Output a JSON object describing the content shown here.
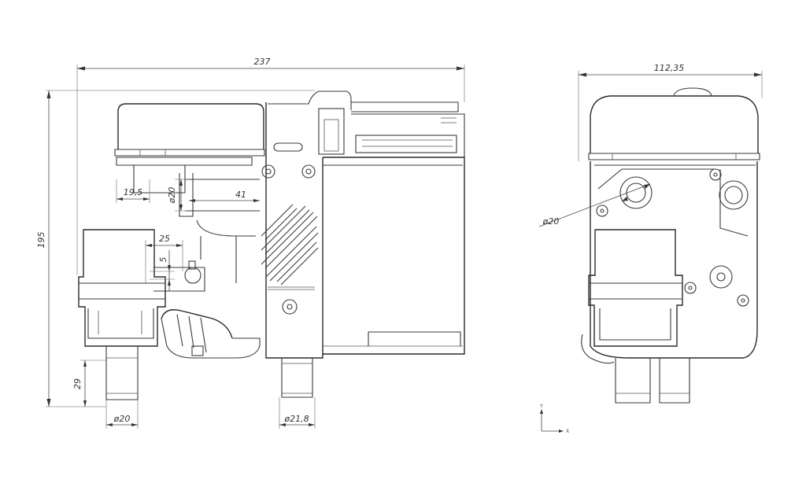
{
  "dimensions": {
    "total_length": "237",
    "total_height": "195",
    "side_width": "112,35",
    "d19_5": "19,5",
    "d41": "41",
    "phi20_top": "ø20",
    "d25": "25",
    "d5": "5",
    "d29": "29",
    "phi20_bottom": "ø20",
    "phi21_8": "ø21,8",
    "phi20_side": "ø20"
  },
  "axes": {
    "y_label": "Y",
    "x_label": "X"
  },
  "colors": {
    "line": "#3a3a3a",
    "background": "#ffffff"
  }
}
